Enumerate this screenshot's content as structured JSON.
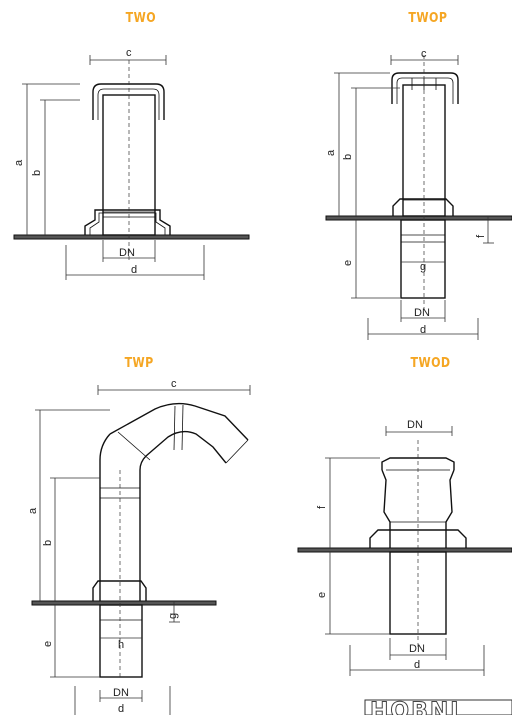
{
  "titles": {
    "two": "TWO",
    "twop": "TWOP",
    "twp": "TWP",
    "twod": "TWOD"
  },
  "labels": {
    "a": "a",
    "b": "b",
    "c": "c",
    "d": "d",
    "e": "e",
    "f": "f",
    "g": "g",
    "h": "h",
    "dn": "DN"
  },
  "logo_text": "HOBNI",
  "colors": {
    "title": "#f5a623",
    "line": "#111111"
  }
}
